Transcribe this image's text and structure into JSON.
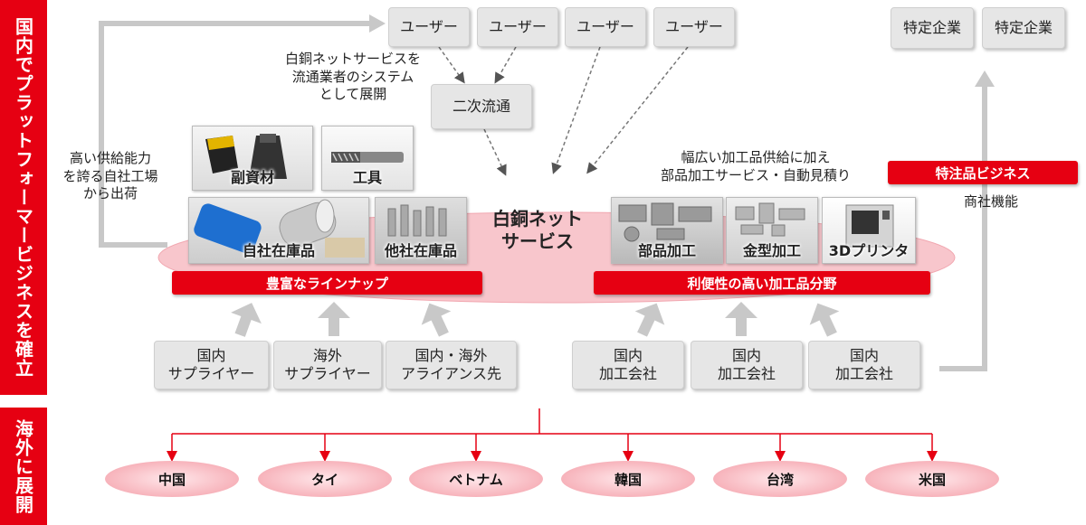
{
  "side": {
    "domestic": "国内でプラットフォーマービジネスを確立",
    "overseas": "海外に展開"
  },
  "users": [
    "ユーザー",
    "ユーザー",
    "ユーザー",
    "ユーザー"
  ],
  "companies": [
    "特定企業",
    "特定企業"
  ],
  "secondary": "二次流通",
  "notes": {
    "distributor": [
      "白銅ネットサービスを",
      "流通業者のシステム",
      "として展開"
    ],
    "factory": [
      "高い供給能力",
      "を誇る自社工場",
      "から出荷"
    ],
    "processing": [
      "幅広い加工品供給に加え",
      "部品加工サービス・自動見積り"
    ],
    "trading": "商社機能"
  },
  "special_order": "特注品ビジネス",
  "center": [
    "白銅ネット",
    "サービス"
  ],
  "products": {
    "subsidiary": "副資材",
    "tools": "工具",
    "own_stock": "自社在庫品",
    "other_stock": "他社在庫品",
    "parts": "部品加工",
    "mold": "金型加工",
    "printer": "3Dプリンタ"
  },
  "bars": {
    "lineup": "豊富なラインナップ",
    "processing": "利便性の高い加工品分野"
  },
  "suppliers": [
    [
      "国内",
      "サプライヤー"
    ],
    [
      "海外",
      "サプライヤー"
    ],
    [
      "国内・海外",
      "アライアンス先"
    ],
    [
      "国内",
      "加工会社"
    ],
    [
      "国内",
      "加工会社"
    ],
    [
      "国内",
      "加工会社"
    ]
  ],
  "countries": [
    "中国",
    "タイ",
    "ベトナム",
    "韓国",
    "台湾",
    "米国"
  ],
  "colors": {
    "accent": "#e60012",
    "box": "#e6e6e6",
    "ellipse": "#f7b9c0"
  }
}
